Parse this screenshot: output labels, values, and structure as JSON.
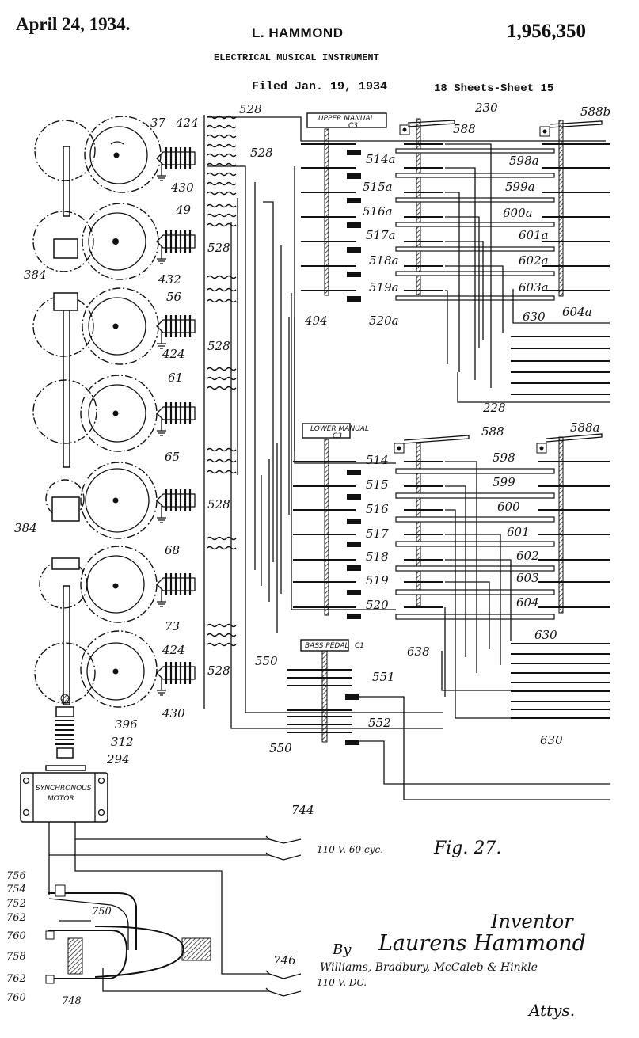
{
  "header": {
    "date": "April 24, 1934.",
    "inventor": "L. HAMMOND",
    "patent_number": "1,956,350",
    "title": "ELECTRICAL MUSICAL INSTRUMENT",
    "filed": "Filed Jan. 19, 1934",
    "sheets": "18 Sheets-Sheet 15"
  },
  "tone_generators": {
    "wheel_labels": [
      "37",
      "49",
      "56",
      "61",
      "65",
      "68",
      "73"
    ],
    "pickup_labels": {
      "magnet": "424",
      "coil_a": "430",
      "coil_b": "432"
    },
    "gear_label": "384",
    "resistor_label": "528",
    "bus_label": "494"
  },
  "upper_manual": {
    "name": "UPPER MANUAL",
    "note": "C3",
    "group_label": "230",
    "lever_labels": [
      "588",
      "588b"
    ],
    "contact_labels": [
      "514a",
      "515a",
      "516a",
      "517a",
      "518a",
      "519a",
      "520a"
    ],
    "busbar_labels": [
      "598a",
      "599a",
      "600a",
      "601a",
      "602a",
      "603a",
      "604a"
    ],
    "output_label": "630"
  },
  "lower_manual": {
    "name": "LOWER MANUAL",
    "note": "C3",
    "group_label": "228",
    "lever_labels": [
      "588",
      "588a"
    ],
    "contact_labels": [
      "514",
      "515",
      "516",
      "517",
      "518",
      "519",
      "520"
    ],
    "busbar_labels": [
      "598",
      "599",
      "600",
      "601",
      "602",
      "603",
      "604"
    ],
    "output_label": "630"
  },
  "bass_pedal": {
    "name": "BASS PEDAL",
    "note": "C1",
    "contact_labels": [
      "550",
      "551",
      "552"
    ],
    "lead_label": "638",
    "output_label": "630"
  },
  "motor": {
    "line1": "SYNCHRONOUS",
    "line2": "MOTOR",
    "part_labels": [
      "396",
      "312",
      "294"
    ]
  },
  "power": {
    "ac_switch_label": "744",
    "ac_supply": "110 V. 60 cyc.",
    "dc_switch_label": "746",
    "dc_supply": "110 V. DC.",
    "starter_labels": [
      "756",
      "754",
      "752",
      "750",
      "762",
      "760",
      "758",
      "762",
      "760",
      "748"
    ]
  },
  "figure_label": "Fig. 27.",
  "signature": {
    "inventor_caption": "Inventor",
    "inventor_name": "Laurens Hammond",
    "by": "By",
    "attorneys": "Williams, Bradbury, McCaleb & Hinkle",
    "attys_caption": "Attys."
  }
}
